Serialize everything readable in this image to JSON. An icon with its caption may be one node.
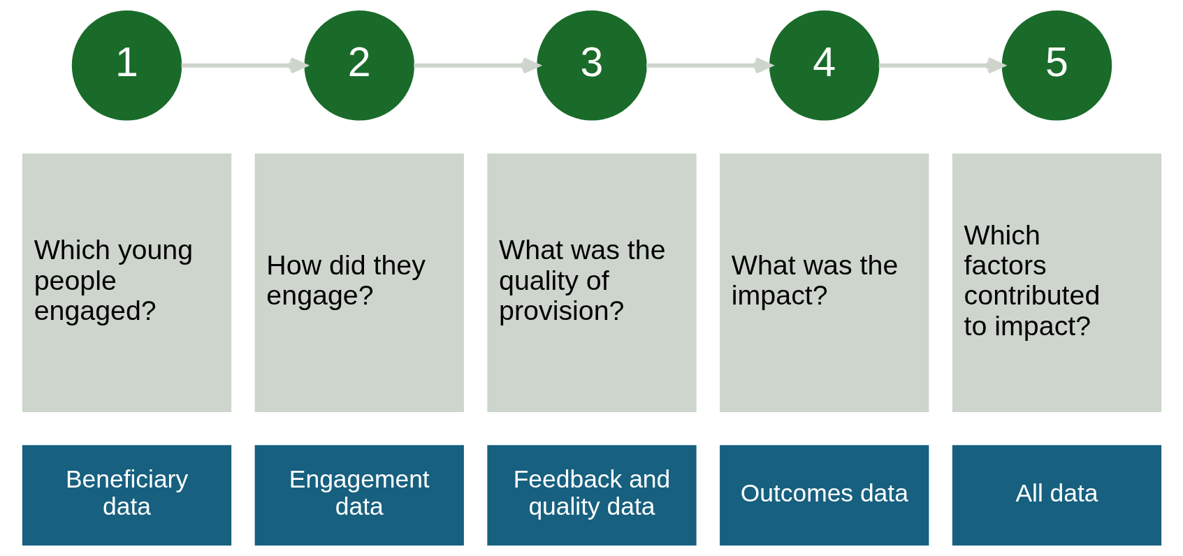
{
  "diagram": {
    "nodes": [
      {
        "text": [
          "1"
        ]
      },
      {
        "text": [
          "2"
        ]
      },
      {
        "text": [
          "3"
        ]
      },
      {
        "text": [
          "4"
        ]
      },
      {
        "text": [
          "5"
        ]
      },
      {
        "text": [
          "Which young people engaged?"
        ]
      },
      {
        "text": [
          "How did they engage?"
        ]
      },
      {
        "text": [
          "What was the quality of provision?"
        ]
      },
      {
        "text": [
          "What was the impact?"
        ]
      },
      {
        "text": [
          "Which factors contributed to impact?"
        ]
      },
      {
        "text": [
          "Beneficiary data"
        ]
      },
      {
        "text": [
          "Engagement data"
        ]
      },
      {
        "text": [
          "Feedback and quality data"
        ]
      },
      {
        "text": [
          "Outcomes data"
        ]
      },
      {
        "text": [
          "All data"
        ]
      }
    ],
    "edges": [
      {
        "from": 0,
        "to": 1,
        "arrow": "to"
      },
      {
        "from": 1,
        "to": 2,
        "arrow": "to"
      },
      {
        "from": 2,
        "to": 3,
        "arrow": "to"
      },
      {
        "from": 3,
        "to": 4,
        "arrow": "to"
      }
    ]
  }
}
